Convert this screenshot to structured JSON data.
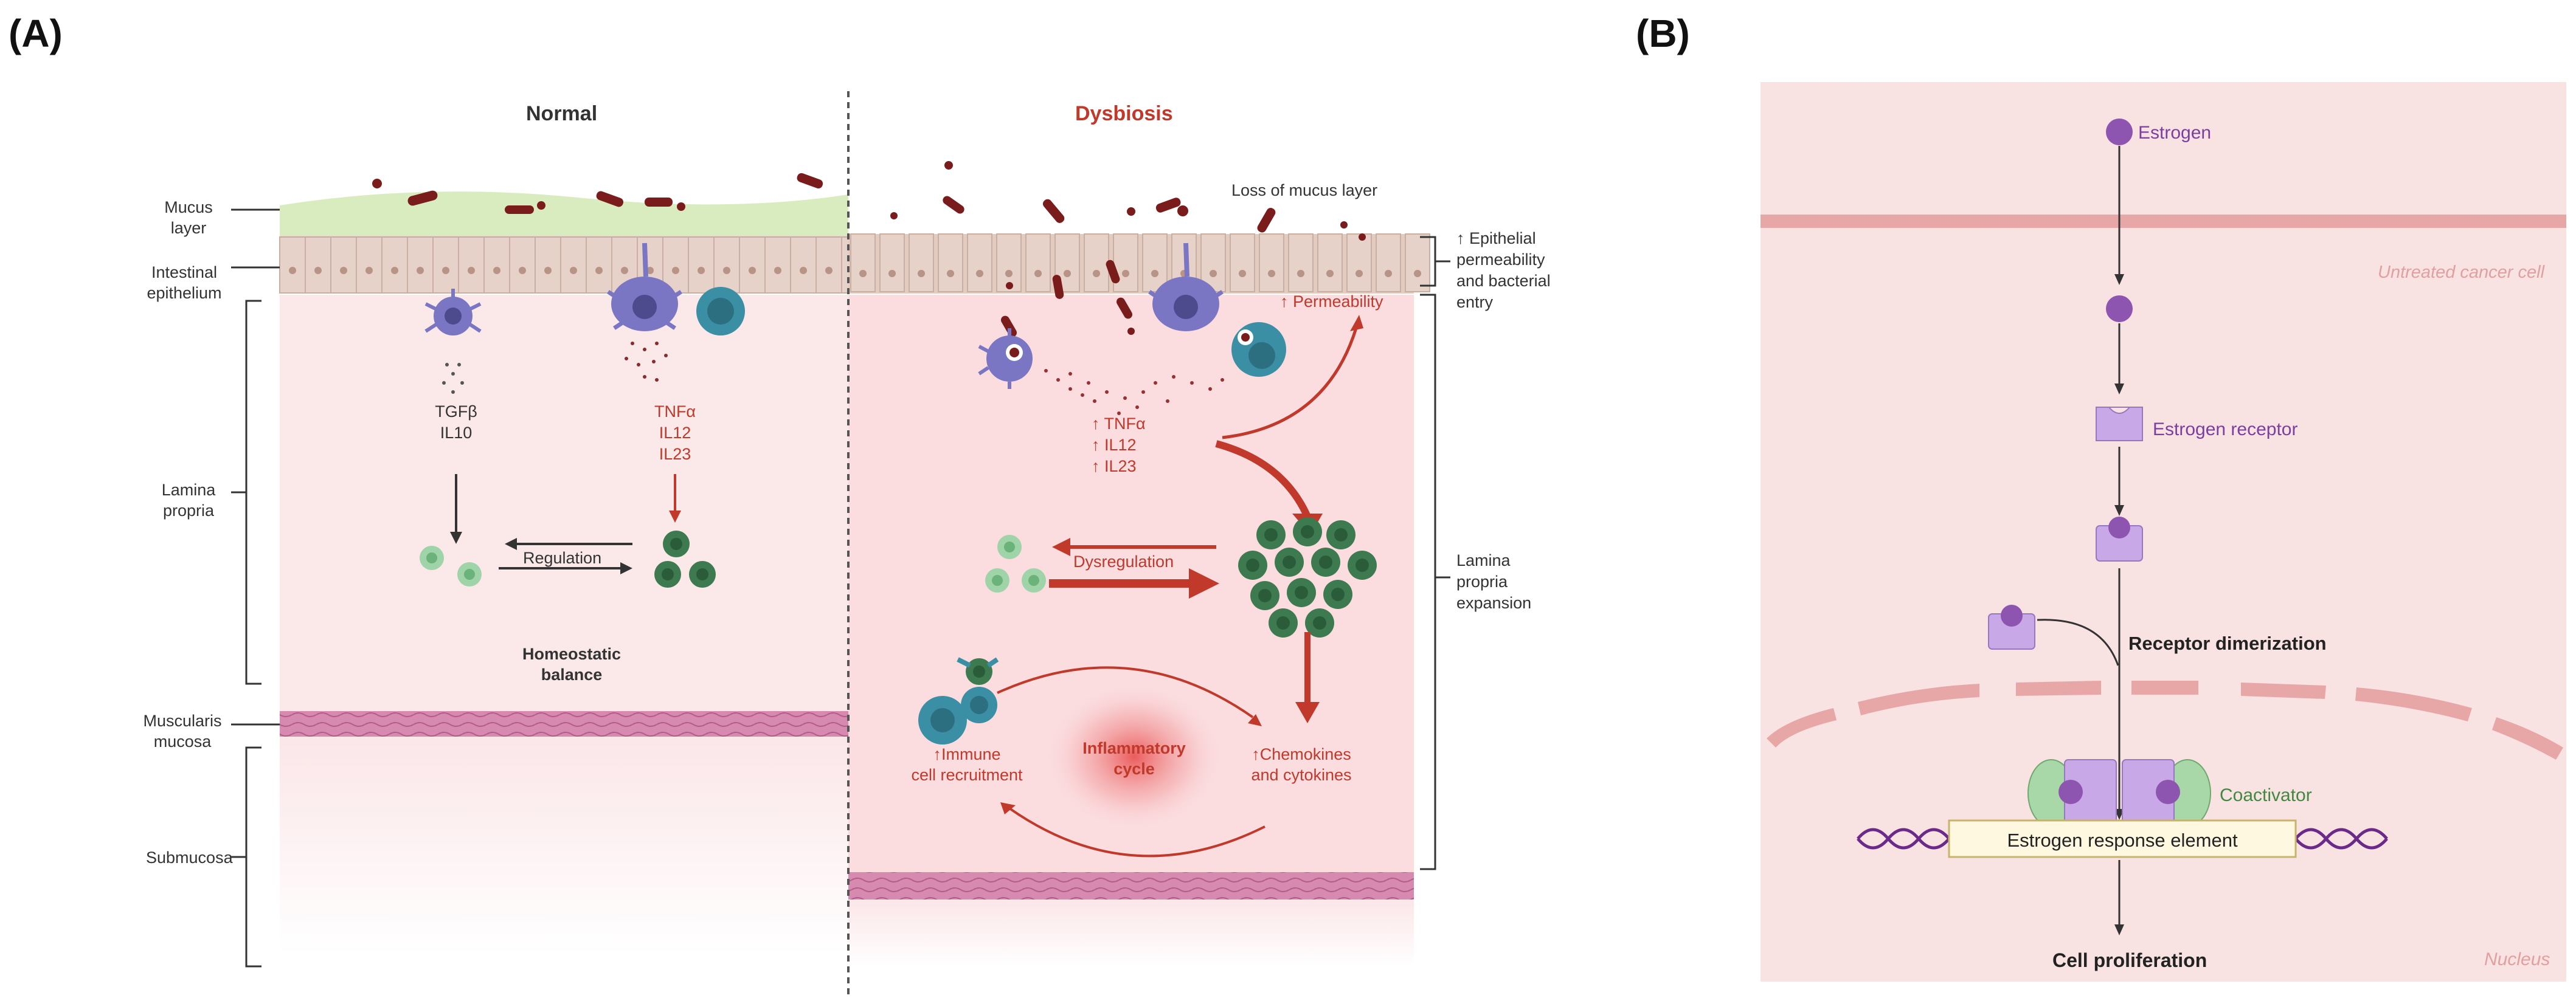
{
  "panel_a": {
    "letter": "(A)",
    "normal_title": "Normal",
    "dysbiosis_title": "Dysbiosis",
    "left_labels": {
      "mucus": [
        "Mucus",
        "layer"
      ],
      "epithelium": [
        "Intestinal",
        "epithelium"
      ],
      "lamina": [
        "Lamina",
        "propria"
      ],
      "muscularis": [
        "Muscularis",
        "mucosa"
      ],
      "submucosa": "Submucosa"
    },
    "normal": {
      "tgf": "TGFβ",
      "il10": "IL10",
      "tnf": "TNFα",
      "il12": "IL12",
      "il23": "IL23",
      "regulation": "Regulation",
      "homeostatic": [
        "Homeostatic",
        "balance"
      ]
    },
    "dysbiosis": {
      "loss_mucus": "Loss of mucus layer",
      "permeability": "↑ Permeability",
      "tnf": "↑ TNFα",
      "il12": "↑ IL12",
      "il23": "↑ IL23",
      "dysregulation": "Dysregulation",
      "immune": [
        "↑Immune",
        "cell recruitment"
      ],
      "inflammatory": [
        "Inflammatory",
        "cycle"
      ],
      "chemokines": [
        "↑Chemokines",
        "and cytokines"
      ]
    },
    "right_labels": {
      "epithelial": [
        "↑ Epithelial",
        "permeability",
        "and bacterial",
        "entry"
      ],
      "lamina_exp": [
        "Lamina",
        "propria",
        "expansion"
      ]
    },
    "colors": {
      "mucus": "#d9ecc0",
      "epithelium": "#e6d2c8",
      "lamina_normal": "#fbe9ea",
      "lamina_dysbiosis": "#fbdcdf",
      "muscularis": "#d27aa6",
      "bacteria": "#7a1c1c",
      "dendritic": "#7a76c4",
      "macrophage": "#3b8fa4",
      "tcell_light": "#9ed4a8",
      "tcell_dark": "#3d7a50",
      "arrow_red": "#c0392b"
    }
  },
  "panel_b": {
    "letter": "(B)",
    "estrogen": "Estrogen",
    "untreated": "Untreated cancer cell",
    "receptor": "Estrogen receptor",
    "dimerization": "Receptor dimerization",
    "coactivator": "Coactivator",
    "ere": "Estrogen response element",
    "proliferation": "Cell proliferation",
    "nucleus": "Nucleus",
    "colors": {
      "cell_bg": "#f9e2e2",
      "membrane": "#e8a7a7",
      "estrogen": "#8e55b0",
      "receptor": "#c9a8e8",
      "coactivator": "#a8d8a8",
      "dna": "#6b2a8a"
    }
  }
}
